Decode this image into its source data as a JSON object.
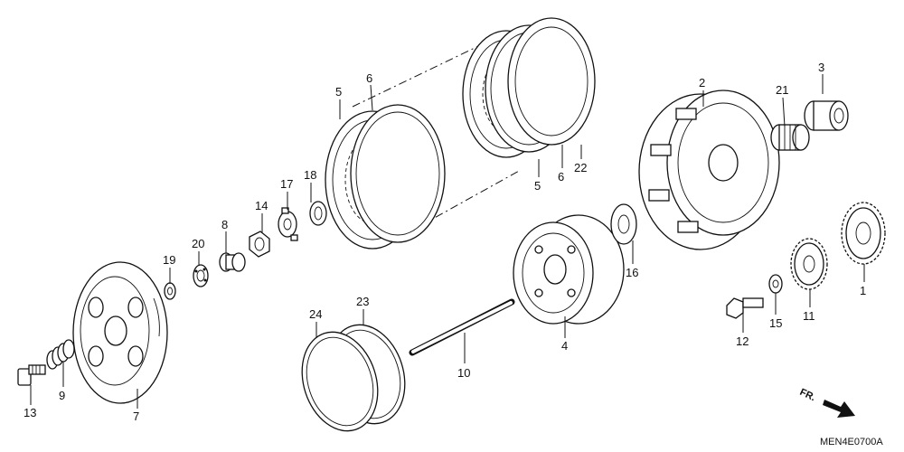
{
  "diagram": {
    "callouts": [
      {
        "id": "c1",
        "text": "1"
      },
      {
        "id": "c2",
        "text": "2"
      },
      {
        "id": "c3",
        "text": "3"
      },
      {
        "id": "c4",
        "text": "4"
      },
      {
        "id": "c5a",
        "text": "5"
      },
      {
        "id": "c5b",
        "text": "5"
      },
      {
        "id": "c6a",
        "text": "6"
      },
      {
        "id": "c6b",
        "text": "6"
      },
      {
        "id": "c7",
        "text": "7"
      },
      {
        "id": "c8",
        "text": "8"
      },
      {
        "id": "c9",
        "text": "9"
      },
      {
        "id": "c10",
        "text": "10"
      },
      {
        "id": "c11",
        "text": "11"
      },
      {
        "id": "c12",
        "text": "12"
      },
      {
        "id": "c13",
        "text": "13"
      },
      {
        "id": "c14",
        "text": "14"
      },
      {
        "id": "c15",
        "text": "15"
      },
      {
        "id": "c16",
        "text": "16"
      },
      {
        "id": "c17",
        "text": "17"
      },
      {
        "id": "c18",
        "text": "18"
      },
      {
        "id": "c19",
        "text": "19"
      },
      {
        "id": "c20",
        "text": "20"
      },
      {
        "id": "c21",
        "text": "21"
      },
      {
        "id": "c22",
        "text": "22"
      },
      {
        "id": "c23",
        "text": "23"
      },
      {
        "id": "c24",
        "text": "24"
      }
    ],
    "front_marker": "FR.",
    "diagram_code": "MEN4E0700A"
  }
}
